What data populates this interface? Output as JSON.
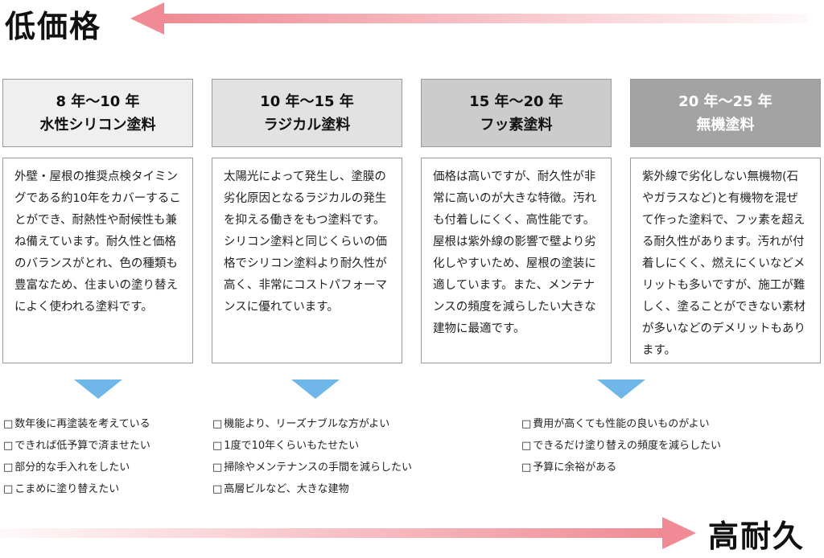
{
  "title_low": "低価格",
  "title_high": "高耐久",
  "columns": [
    {
      "years": "8 年〜10 年",
      "name": "水性シリコン塗料",
      "description": "外壁・屋根の推奨点検タイミングである約10年をカバーすることができ、耐熱性や耐候性も兼ね備えています。耐久性と価格のバランスがとれ、色の種類も豊富なため、住まいの塗り替えによく使われる塗料です。",
      "header_bg": "#efefef",
      "header_color": "#111111"
    },
    {
      "years": "10 年〜15 年",
      "name": "ラジカル塗料",
      "description": "太陽光によって発生し、塗膜の劣化原因となるラジカルの発生を抑える働きをもつ塗料です。シリコン塗料と同じくらいの価格でシリコン塗料より耐久性が高く、非常にコストパフォーマンスに優れています。",
      "header_bg": "#e2e2e2",
      "header_color": "#111111"
    },
    {
      "years": "15 年〜20 年",
      "name": "フッ素塗料",
      "description": "価格は高いですが、耐久性が非常に高いのが大きな特徴。汚れも付着しにくく、高性能です。屋根は紫外線の影響で壁より劣化しやすいため、屋根の塗装に適しています。また、メンテナンスの頻度を減らしたい大きな建物に最適です。",
      "header_bg": "#cccccc",
      "header_color": "#111111"
    },
    {
      "years": "20 年〜25 年",
      "name": "無機塗料",
      "description": "紫外線で劣化しない無機物(石やガラスなど)と有機物を混ぜて作った塗料で、フッ素を超える耐久性があります。汚れが付着しにくく、燃えにくいなどメリットも多いですが、施工が難しく、塗ることができない素材が多いなどのデメリットもあります。",
      "header_bg": "#a3a3a3",
      "header_color": "#ffffff"
    }
  ],
  "checklists": [
    [
      "数年後に再塗装を考えている",
      "できれば低予算で済ませたい",
      "部分的な手入れをしたい",
      "こまめに塗り替えたい"
    ],
    [
      "機能より、リーズナブルな方がよい",
      "1度で10年くらいもたせたい",
      "掃除やメンテナンスの手間を減らしたい",
      "高層ビルなど、大きな建物"
    ],
    [
      "費用が高くても性能の良いものがよい",
      "できるだけ塗り替えの頻度を減らしたい",
      "予算に余裕がある"
    ]
  ],
  "colors": {
    "arrow": "#f08a94",
    "triangle": "#6fb7e8",
    "border": "#9a9a9a"
  }
}
